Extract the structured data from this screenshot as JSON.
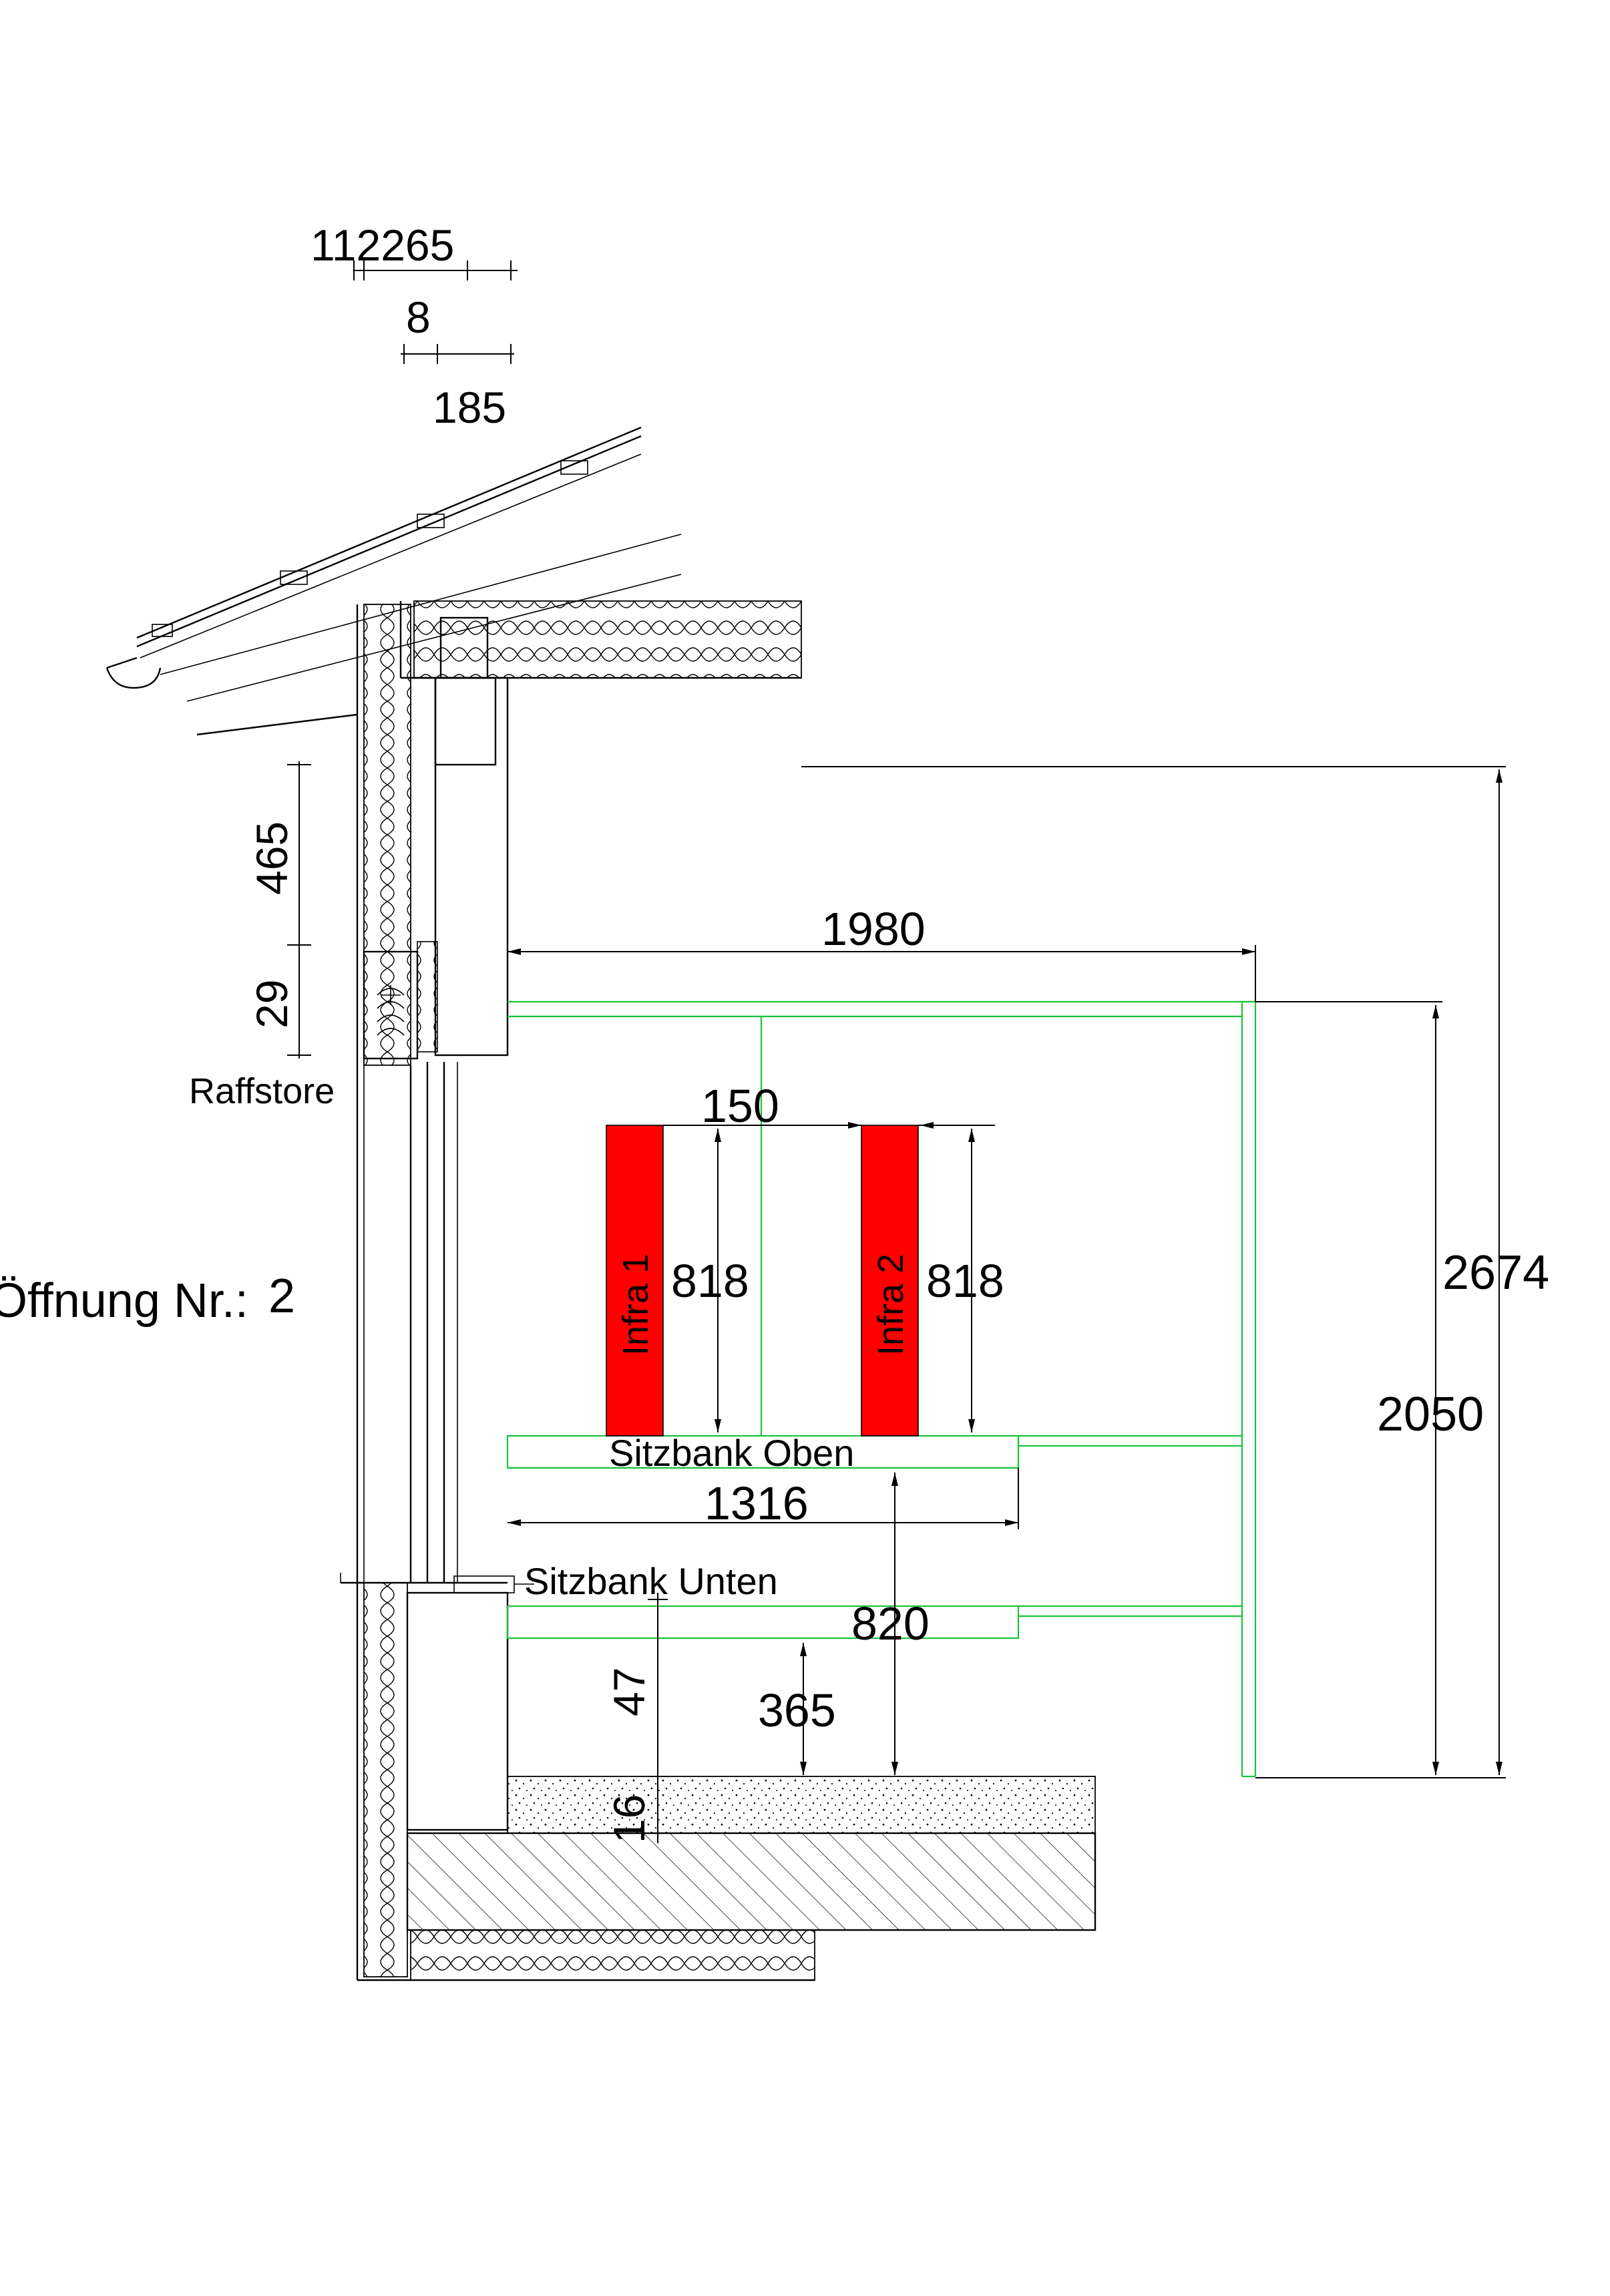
{
  "colors": {
    "line": "#000000",
    "sauna_structure": "#19c43a",
    "infrared_heater": "#ff0000",
    "background": "#ffffff"
  },
  "labels": {
    "opening": "Öffnung Nr.:",
    "opening_number": "2",
    "raffstore": "Raffstore",
    "bench_upper": "Sitzbank Oben",
    "bench_lower": "Sitzbank Unten",
    "heater_1": "Infra 1",
    "heater_2": "Infra 2"
  },
  "dimensions": {
    "roof_top": "112265",
    "roof_mid": "8",
    "roof_bottom": "185",
    "raffstore_box": "465",
    "raffstore_gap": "29",
    "cabin_depth": "1980",
    "heater_gap": "150",
    "heater_1_height": "818",
    "heater_2_height": "818",
    "room_height": "2674",
    "cabin_height": "2050",
    "upper_bench_depth": "1316",
    "upper_bench_height": "820",
    "lower_bench_height": "365",
    "sill_height": "47",
    "floor_layer": "16"
  }
}
